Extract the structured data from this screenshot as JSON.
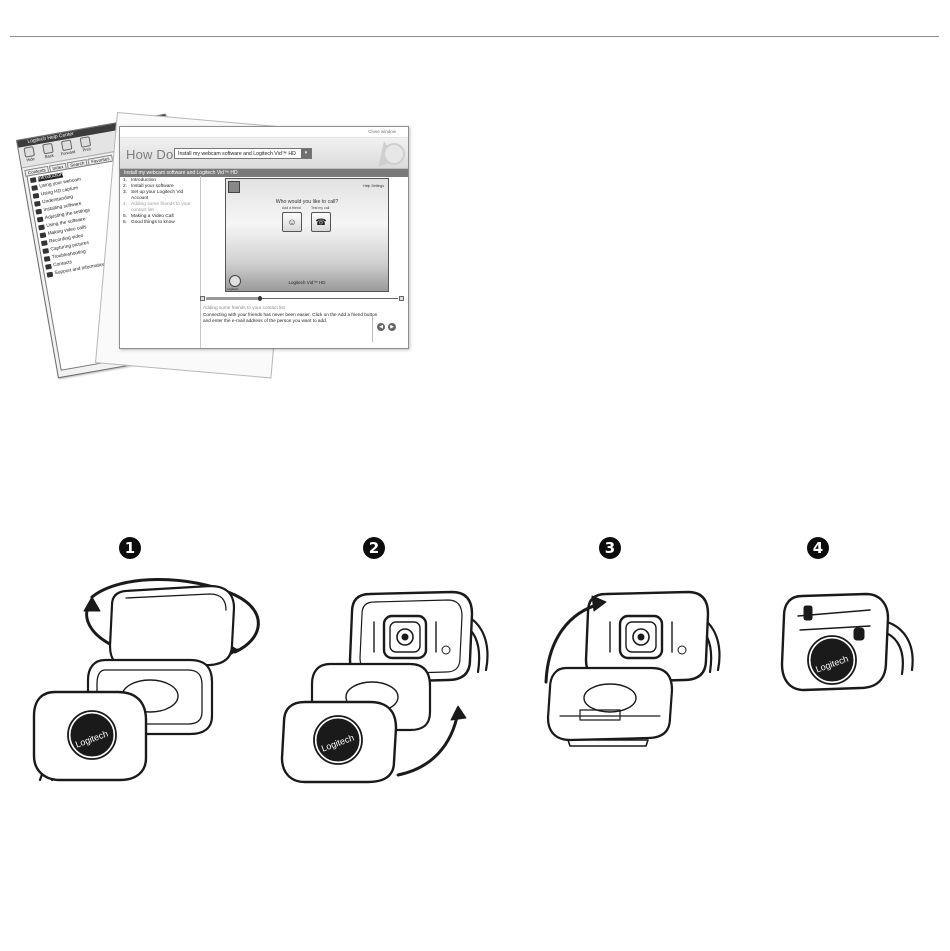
{
  "help_window": {
    "title": "Logitech Help Center",
    "toolbar": [
      "Hide",
      "Back",
      "Forward",
      "Print"
    ],
    "tabs": [
      "Contents",
      "Index",
      "Search",
      "Favorites"
    ],
    "tree_items": [
      "Introduction",
      "Using your webcam",
      "Using HD capture",
      "Understanding",
      "Installing software",
      "Adjusting the settings",
      "Using the software",
      "Making video calls",
      "Recording video",
      "Capturing pictures",
      "Troubleshooting",
      "Contacts",
      "Support and information"
    ]
  },
  "software_window": {
    "close_link": "Close window",
    "how_do_i": "How Do I :",
    "select_value": "Install my webcam software and Logitech Vid™ HD",
    "banner": "Install my webcam software and Logitech Vid™ HD",
    "steps": [
      {
        "num": "1.",
        "label": "Introduction"
      },
      {
        "num": "2.",
        "label": "Install your software"
      },
      {
        "num": "3.",
        "label": "Set up your Logitech Vid Account"
      },
      {
        "num": "4.",
        "label": "Adding some friends to your contact list"
      },
      {
        "num": "5.",
        "label": "Making a Video Call"
      },
      {
        "num": "6.",
        "label": "Good things to know"
      }
    ],
    "video": {
      "question": "Who would you like to call?",
      "option_1": "Add a friend",
      "option_2": "Test my call",
      "top_right": "Help   Settings",
      "brand": "Logitech Vid™ HD",
      "logo_text": "Logitech"
    },
    "caption_title": "Adding some friends to your contact list",
    "caption_body": "Connecting with your friends has never been easier. Click on the Add a friend button and enter the e-mail address of the person you want to add.",
    "progress": 0.28
  },
  "steps": [
    "1",
    "2",
    "3",
    "4"
  ],
  "colors": {
    "ink": "#1a1a1a",
    "rule": "#8c8c8c",
    "camera_body": "#ffffff"
  }
}
